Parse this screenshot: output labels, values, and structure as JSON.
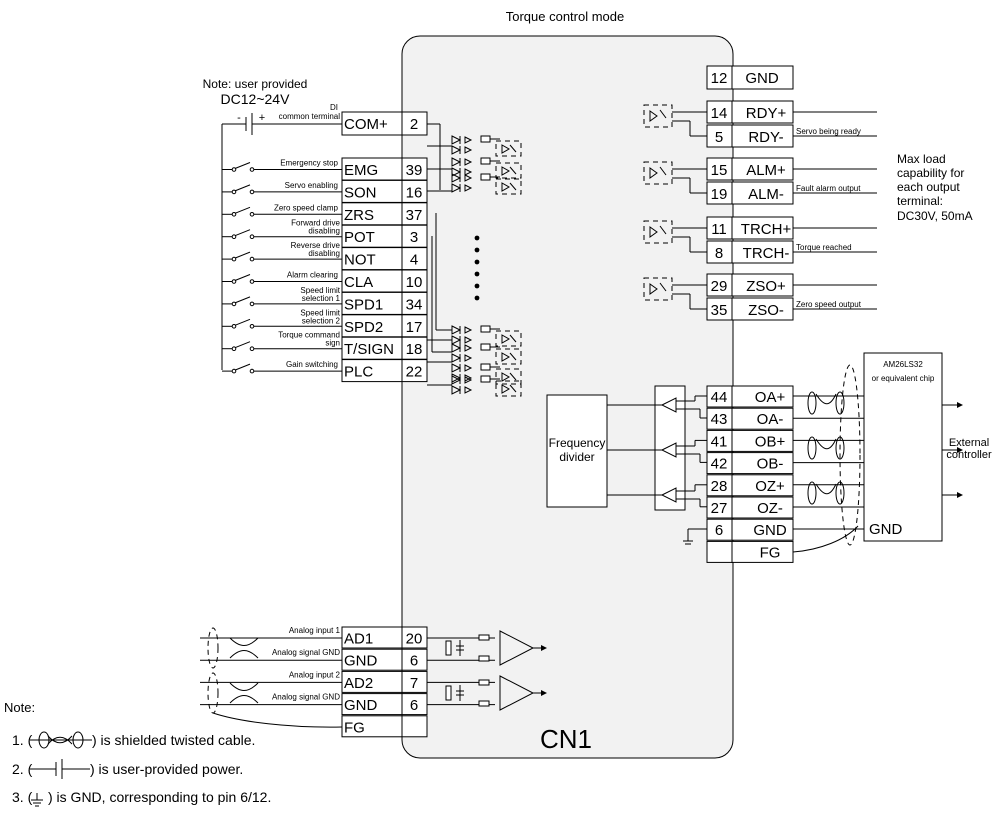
{
  "title": "Torque control mode",
  "connector": "CN1",
  "power_note": {
    "line1": "Note: user provided",
    "line2": "DC12~24V"
  },
  "com": {
    "label1": "DI",
    "label2": "common terminal",
    "signal": "COM+",
    "pin": "2"
  },
  "inputs": [
    {
      "desc1": "Emergency stop",
      "desc2": "",
      "signal": "EMG",
      "pin": "39"
    },
    {
      "desc1": "Servo enabling",
      "desc2": "",
      "signal": "SON",
      "pin": "16"
    },
    {
      "desc1": "Zero speed clamp",
      "desc2": "",
      "signal": "ZRS",
      "pin": "37"
    },
    {
      "desc1": "Forward drive",
      "desc2": "disabling",
      "signal": "POT",
      "pin": "3"
    },
    {
      "desc1": "Reverse drive",
      "desc2": "disabling",
      "signal": "NOT",
      "pin": "4"
    },
    {
      "desc1": "Alarm clearing",
      "desc2": "",
      "signal": "CLA",
      "pin": "10"
    },
    {
      "desc1": "Speed limit",
      "desc2": "selection 1",
      "signal": "SPD1",
      "pin": "34"
    },
    {
      "desc1": "Speed limit",
      "desc2": "selection 2",
      "signal": "SPD2",
      "pin": "17"
    },
    {
      "desc1": "Torque command",
      "desc2": "sign",
      "signal": "T/SIGN",
      "pin": "18"
    },
    {
      "desc1": "Gain switching",
      "desc2": "",
      "signal": "PLC",
      "pin": "22"
    }
  ],
  "gnd12": {
    "pin": "12",
    "signal": "GND"
  },
  "outputs": [
    {
      "pin_p": "14",
      "sig_p": "RDY+",
      "pin_n": "5",
      "sig_n": "RDY-",
      "desc": "Servo being ready"
    },
    {
      "pin_p": "15",
      "sig_p": "ALM+",
      "pin_n": "19",
      "sig_n": "ALM-",
      "desc": "Fault alarm output"
    },
    {
      "pin_p": "11",
      "sig_p": "TRCH+",
      "pin_n": "8",
      "sig_n": "TRCH-",
      "desc": "Torque reached"
    },
    {
      "pin_p": "29",
      "sig_p": "ZSO+",
      "pin_n": "35",
      "sig_n": "ZSO-",
      "desc": "Zero speed output"
    }
  ],
  "max_load": [
    "Max load",
    "capability for",
    "each output",
    "terminal:",
    "DC30V, 50mA"
  ],
  "freq_divider": [
    "Frequency",
    "divider"
  ],
  "encoder": [
    {
      "pin": "44",
      "signal": "OA+"
    },
    {
      "pin": "43",
      "signal": "OA-"
    },
    {
      "pin": "41",
      "signal": "OB+"
    },
    {
      "pin": "42",
      "signal": "OB-"
    },
    {
      "pin": "28",
      "signal": "OZ+"
    },
    {
      "pin": "27",
      "signal": "OZ-"
    },
    {
      "pin": "6",
      "signal": "GND"
    },
    {
      "pin": "",
      "signal": "FG"
    }
  ],
  "chip": {
    "line1": "AM26LS32",
    "line2": "or equivalent chip",
    "gnd": "GND"
  },
  "ext_controller": [
    "External",
    "controller"
  ],
  "analog": [
    {
      "desc": "Analog input 1",
      "signal": "AD1",
      "pin": "20"
    },
    {
      "desc": "Analog signal GND",
      "signal": "GND",
      "pin": "6"
    },
    {
      "desc": "Analog input 2",
      "signal": "AD2",
      "pin": "7"
    },
    {
      "desc": "Analog signal GND",
      "signal": "GND",
      "pin": "6"
    },
    {
      "desc": "",
      "signal": "FG",
      "pin": ""
    }
  ],
  "notes": {
    "heading": "Note:",
    "n1_pre": "1. (",
    "n1_post": ") is shielded twisted cable.",
    "n2_pre": "2. (",
    "n2_post": ") is user-provided power.",
    "n3_pre": "3. (",
    "n3_post": ") is GND, corresponding to pin 6/12."
  }
}
